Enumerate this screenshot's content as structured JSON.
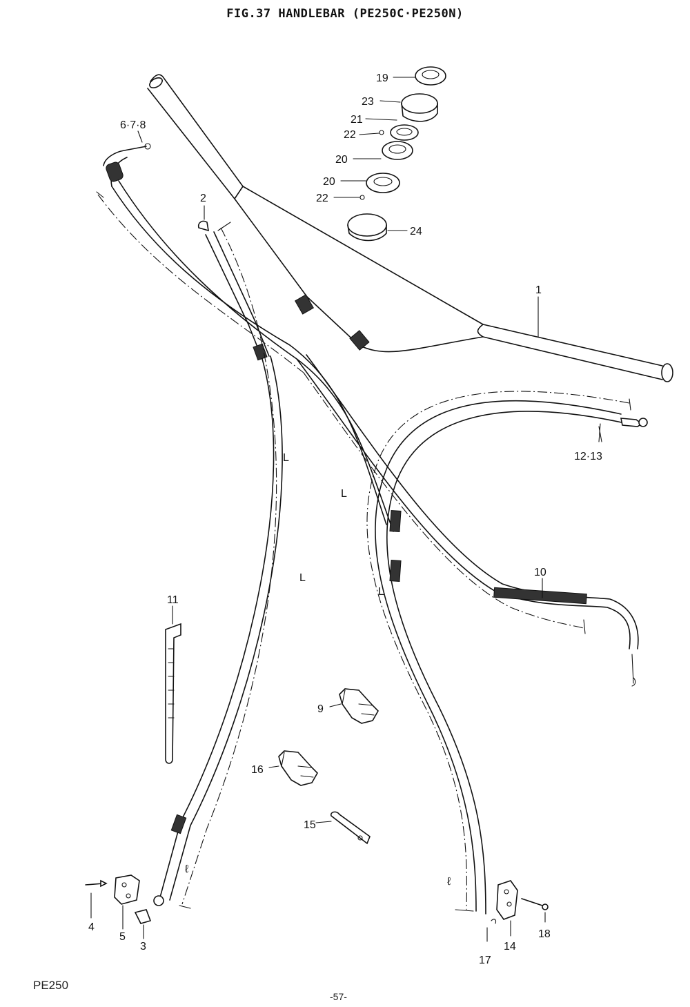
{
  "title": "FIG.37  HANDLEBAR (PE250C·PE250N)",
  "model_code": "PE250",
  "page_number": "-57-",
  "callouts": {
    "p1": "1",
    "p2": "2",
    "p3": "3",
    "p4": "4",
    "p5": "5",
    "p6_7_8": "6·7·8",
    "p9": "9",
    "p10": "10",
    "p11": "11",
    "p12_13": "12·13",
    "p14": "14",
    "p15": "15",
    "p16": "16",
    "p17": "17",
    "p18": "18",
    "p19": "19",
    "p20a": "20",
    "p20b": "20",
    "p21": "21",
    "p22a": "22",
    "p22b": "22",
    "p23": "23",
    "p24": "24"
  },
  "length_marks": {
    "l1": "L",
    "l2": "L",
    "l3": "L",
    "l4": "L",
    "l5": "ℓ",
    "l6": "ℓ"
  }
}
